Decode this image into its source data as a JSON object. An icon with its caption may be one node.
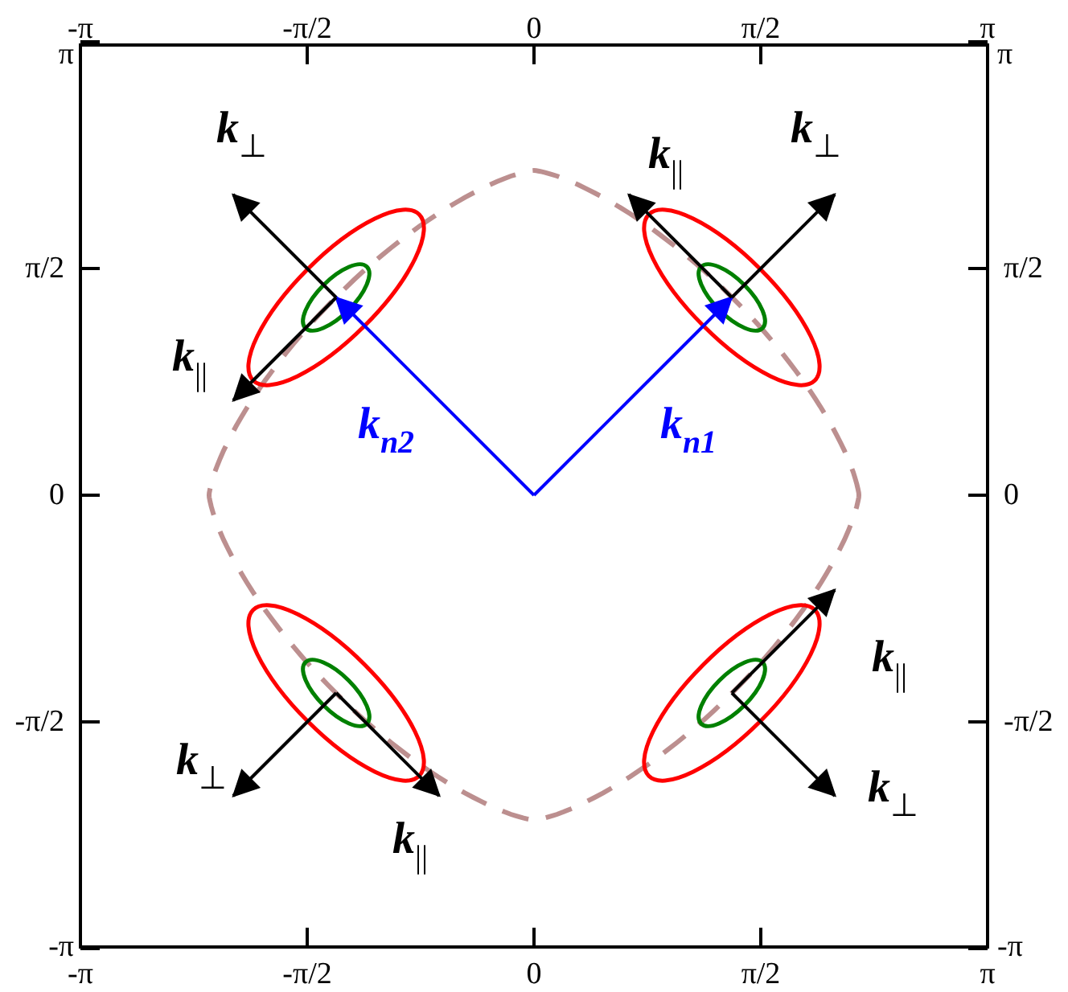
{
  "diagram": {
    "labels": [
      "π",
      "-π",
      "-π/2",
      "0",
      "π/2",
      "π",
      "π",
      "k$_{⊥}$",
      "k$_{||}$",
      "k$_{⊥}$",
      "π/2",
      "π/2",
      "k$_{||}$",
      "k$_{n2}$",
      "k$_{n1}$",
      "0",
      "0",
      "k$_{||}$",
      "-π/2",
      "-π/2",
      "k$_{⊥}$",
      "k$_{⊥}$",
      "k$_{||}$",
      "-π",
      "-π",
      "-π/2",
      "0",
      "π/2",
      "π",
      "-π"
    ]
  }
}
